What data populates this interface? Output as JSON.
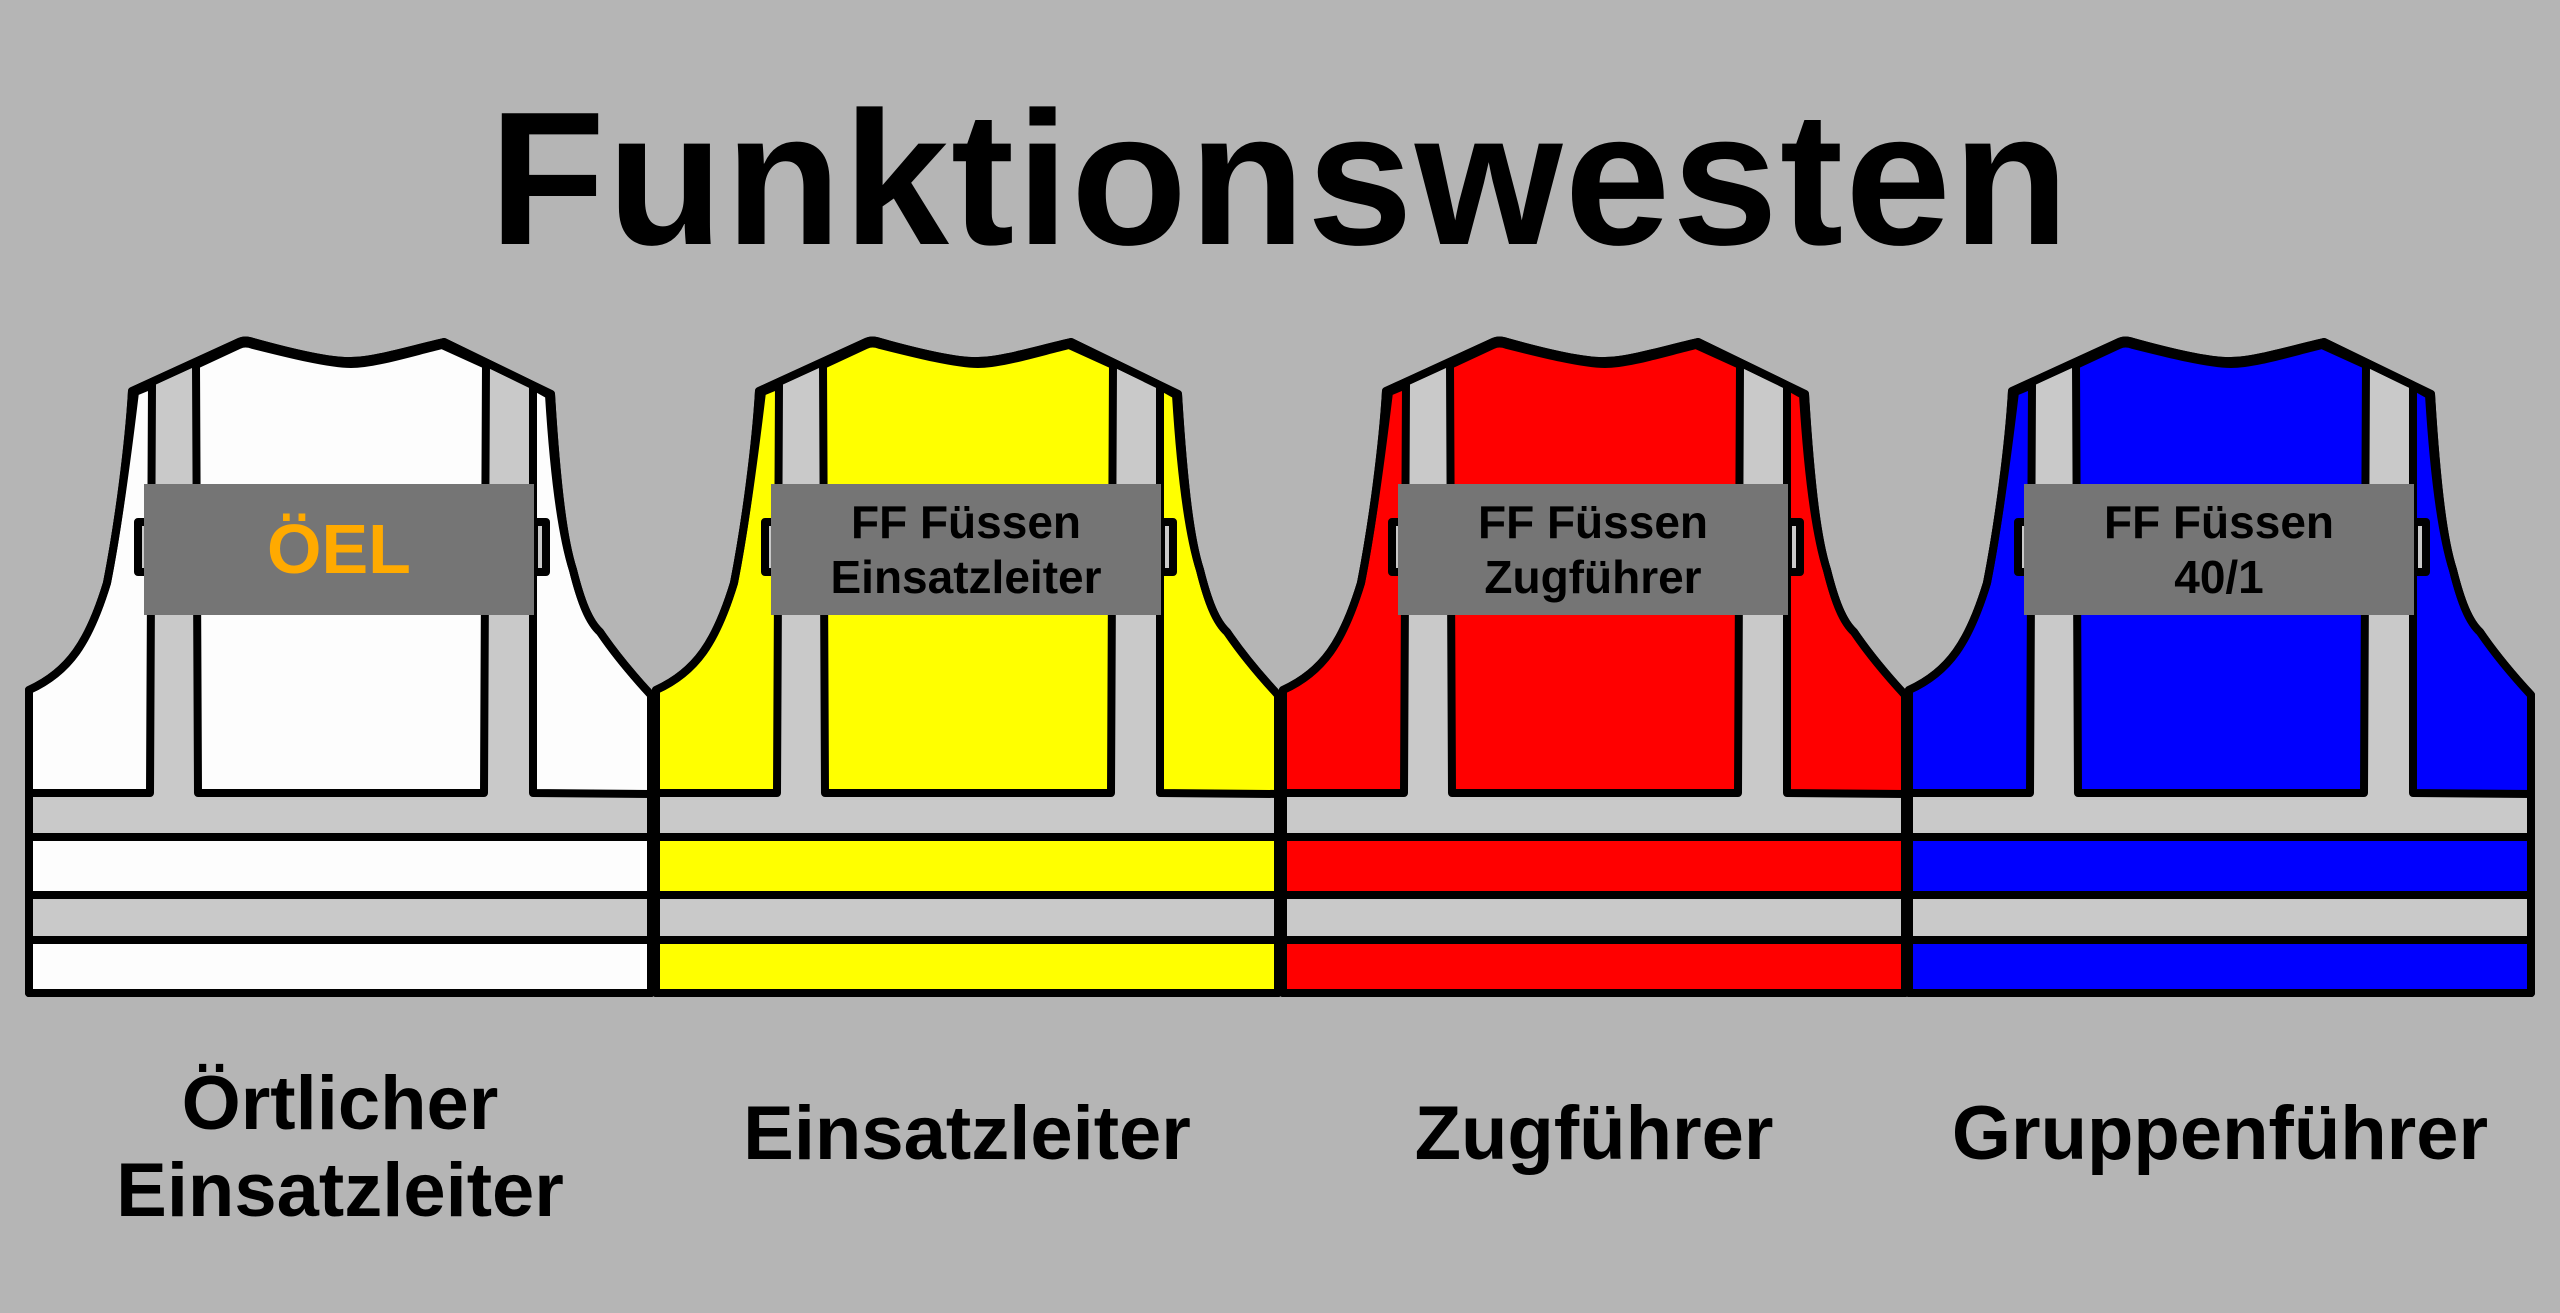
{
  "title": "Funktionswesten",
  "colors": {
    "background": "#b5b5b5",
    "reflective": "#c9c9c9",
    "badge": "#757575",
    "badge_text_oel": "#ffaa00"
  },
  "vests": [
    {
      "color": "#fdfdfd",
      "badge_lines": [
        "ÖEL"
      ],
      "label_lines": [
        "Örtlicher",
        "Einsatzleiter"
      ]
    },
    {
      "color": "#ffff00",
      "badge_lines": [
        "FF Füssen",
        "Einsatzleiter"
      ],
      "label_lines": [
        "Einsatzleiter"
      ]
    },
    {
      "color": "#ff0000",
      "badge_lines": [
        "FF Füssen",
        "Zugführer"
      ],
      "label_lines": [
        "Zugführer"
      ]
    },
    {
      "color": "#0000ff",
      "badge_lines": [
        "FF Füssen",
        "40/1"
      ],
      "label_lines": [
        "Gruppenführer"
      ]
    }
  ]
}
